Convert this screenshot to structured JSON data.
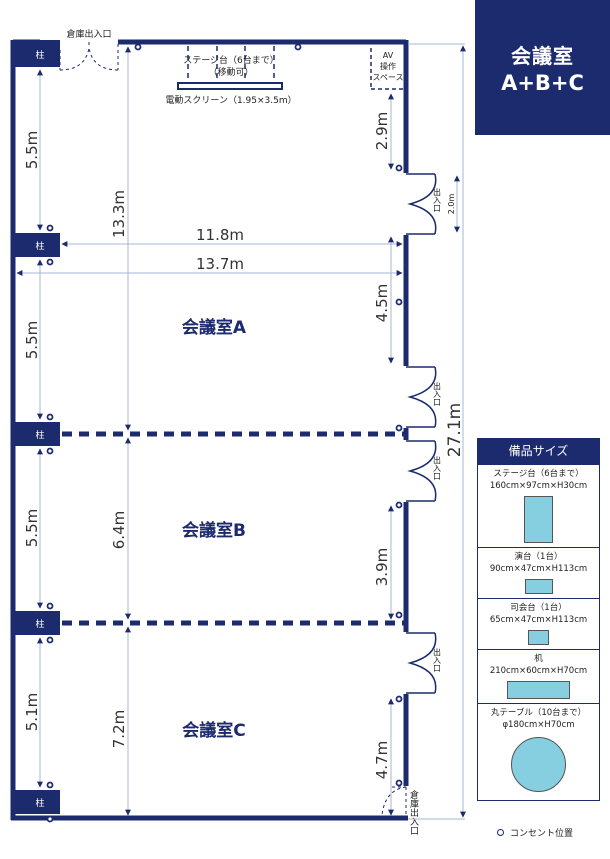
{
  "title": {
    "line1": "会議室",
    "line2": "A+B+C"
  },
  "colors": {
    "wall": "#1c2a6e",
    "dimension": "#aab4d6",
    "equipment_fill": "#86cfe0"
  },
  "rooms": [
    {
      "label": "会議室A"
    },
    {
      "label": "会議室B"
    },
    {
      "label": "会議室C"
    }
  ],
  "pillar_label": "柱",
  "annotations": {
    "storage_entrance_top": "倉庫出入口",
    "storage_entrance_bottom": "倉庫出入口",
    "stage_line1": "ステージ台（6台まで）",
    "stage_line2": "（移動可）",
    "screen": "電動スクリーン（1.95×3.5m）",
    "av_line1": "AV",
    "av_line2": "操作",
    "av_line3": "スペース",
    "entrance": "出入口",
    "door_width": "2.0m"
  },
  "dimensions": {
    "left_col": [
      "5.5m",
      "5.5m",
      "5.5m",
      "5.1m"
    ],
    "center_col": [
      "13.3m",
      "6.4m",
      "7.2m"
    ],
    "width_inner": "11.8m",
    "width_total": "13.7m",
    "right_col": [
      "2.9m",
      "4.5m",
      "3.9m",
      "4.7m"
    ],
    "total_length": "27.1m"
  },
  "equipment": {
    "heading": "備品サイズ",
    "items": [
      {
        "name": "ステージ台（6台まで）",
        "size": "160cm×97cm×H30cm"
      },
      {
        "name": "演台（1台）",
        "size": "90cm×47cm×H113cm"
      },
      {
        "name": "司会台（1台）",
        "size": "65cm×47cm×H113cm"
      },
      {
        "name": "机",
        "size": "210cm×60cm×H70cm"
      },
      {
        "name": "丸テーブル（10台まで）",
        "size": "φ180cm×H70cm"
      }
    ]
  },
  "outlet_legend": "コンセント位置"
}
